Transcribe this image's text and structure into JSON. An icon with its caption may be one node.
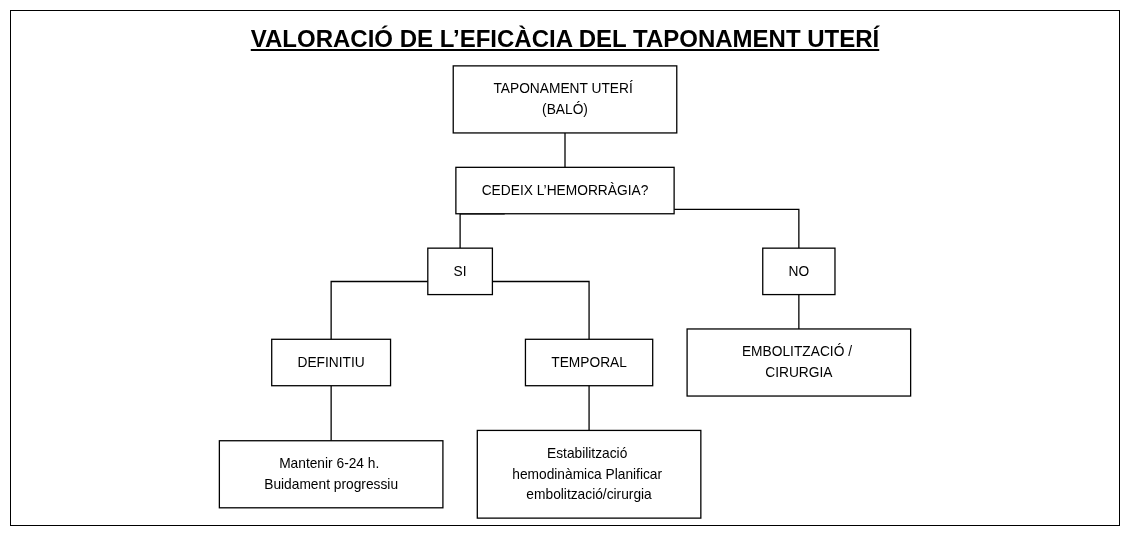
{
  "diagram": {
    "title": "VALORACIÓ DE L’EFICÀCIA DEL TAPONAMENT UTERÍ",
    "nodes": [
      {
        "text": [
          "TAPONAMENT UTERÍ (BALÓ)"
        ]
      },
      {
        "text": [
          "CEDEIX L’HEMORRÀGIA?"
        ]
      },
      {
        "text": [
          "SI"
        ]
      },
      {
        "text": [
          "NO"
        ]
      },
      {
        "text": [
          "DEFINITIU"
        ]
      },
      {
        "text": [
          "TEMPORAL"
        ]
      },
      {
        "text": [
          "Mantenir 6-24 h. Buidament progressiu"
        ]
      },
      {
        "text": [
          "Estabilització hemodinàmica Planificar embolització/cirurgia"
        ]
      },
      {
        "text": [
          "EMBOLITZACIÓ / CIRURGIA"
        ]
      }
    ],
    "edges": [
      {
        "from": 0,
        "to": 1,
        "arrow": "none"
      },
      {
        "from": 1,
        "to": 2,
        "arrow": "none"
      },
      {
        "from": 1,
        "to": 3,
        "arrow": "none"
      },
      {
        "from": 2,
        "to": 4,
        "arrow": "none"
      },
      {
        "from": 2,
        "to": 5,
        "arrow": "none"
      },
      {
        "from": 4,
        "to": 6,
        "arrow": "none"
      },
      {
        "from": 5,
        "to": 7,
        "arrow": "none"
      },
      {
        "from": 3,
        "to": 8,
        "arrow": "none"
      }
    ]
  }
}
